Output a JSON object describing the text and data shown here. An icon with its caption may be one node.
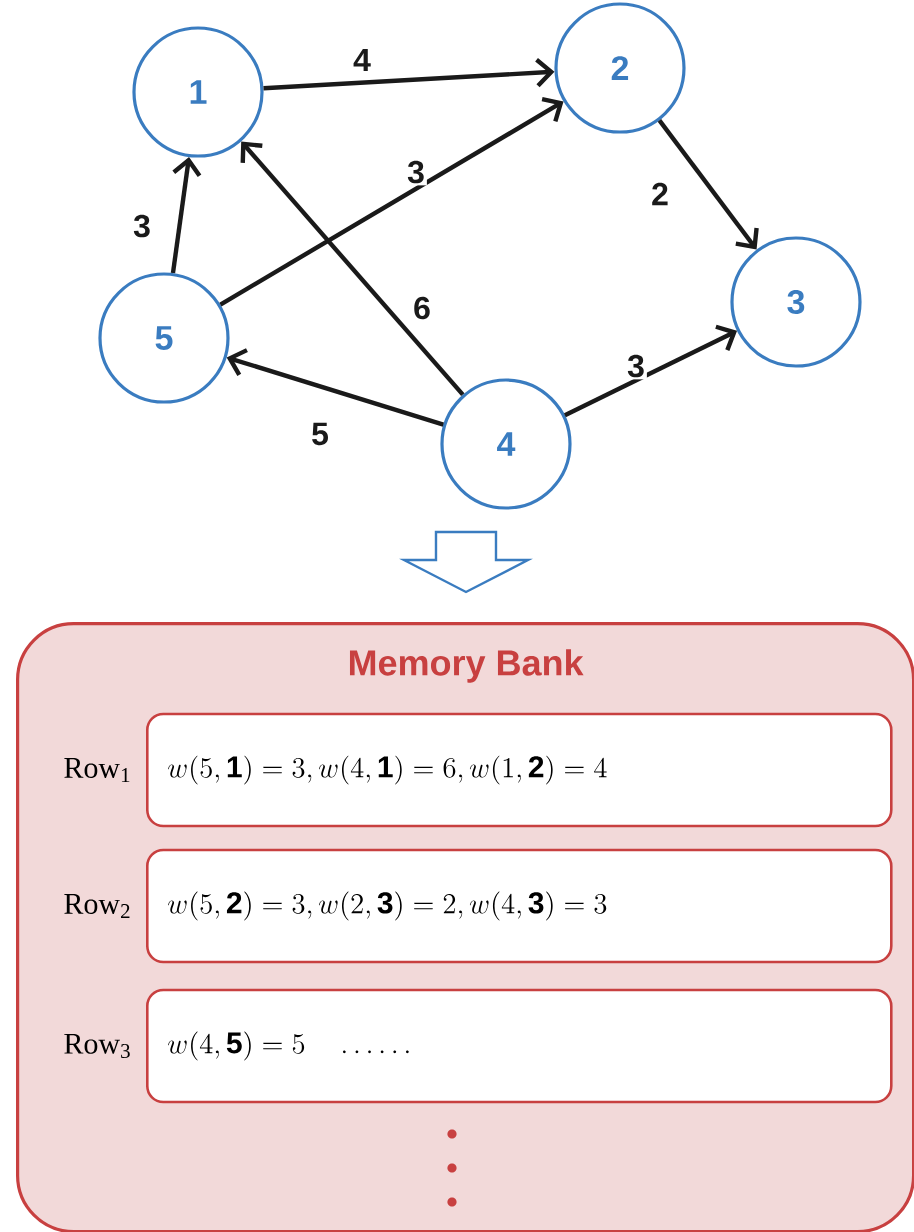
{
  "diagram": {
    "nodes": [
      {
        "text": [
          "1"
        ]
      },
      {
        "text": [
          "2"
        ]
      },
      {
        "text": [
          "3"
        ]
      },
      {
        "text": [
          "4"
        ]
      },
      {
        "text": [
          "5"
        ]
      },
      {
        "text": [
          "Memory Bank"
        ]
      },
      {
        "text": [
          "w(5,\\mathbf{1})=3,w(4,\\mathbf{1})=6,w(1,\\mathbf{2})=4"
        ],
        "in": 5,
        "beside": [
          "Row$_{1}$"
        ]
      },
      {
        "text": [
          "w(5,\\mathbf{2})=3,w(2,\\mathbf{3})=2,w(4,\\mathbf{3})=3"
        ],
        "in": 5,
        "beside": [
          "Row$_{2}$"
        ]
      },
      {
        "text": [
          "w(4,\\mathbf{5})=5\\quad\\ldots\\ldots"
        ],
        "in": 5,
        "beside": [
          "Row$_{3}$"
        ]
      }
    ],
    "edges": [
      {
        "from": 0,
        "to": 1,
        "arrow": "to",
        "label": "4"
      },
      {
        "from": 4,
        "to": 1,
        "arrow": "to",
        "label": "3"
      },
      {
        "from": 1,
        "to": 2,
        "arrow": "to",
        "label": "2"
      },
      {
        "from": 4,
        "to": 0,
        "arrow": "to",
        "label": "3"
      },
      {
        "from": 3,
        "to": 0,
        "arrow": "to",
        "label": "6"
      },
      {
        "from": 3,
        "to": 2,
        "arrow": "to",
        "label": "3"
      },
      {
        "from": 3,
        "to": 4,
        "arrow": "to",
        "label": "5"
      }
    ]
  }
}
